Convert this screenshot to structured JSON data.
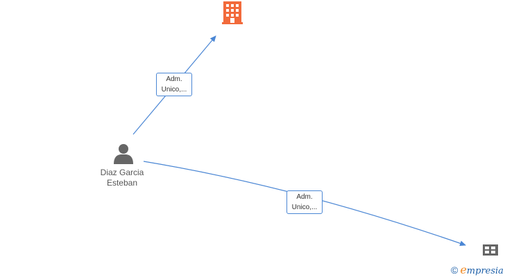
{
  "colors": {
    "edge": "#4a86d4",
    "company_active": "#f26a3b",
    "company_inactive": "#666666",
    "person": "#666666"
  },
  "nodes": {
    "person": {
      "name_line1": "Diaz Garcia",
      "name_line2": "Esteban",
      "icon": "person-icon"
    },
    "company_top": {
      "icon": "building-icon",
      "status": "active"
    },
    "company_bottom": {
      "icon": "building-icon",
      "status": "inactive"
    }
  },
  "edges": [
    {
      "from": "person",
      "to": "company_top",
      "label_line1": "Adm.",
      "label_line2": "Unico,..."
    },
    {
      "from": "person",
      "to": "company_bottom",
      "label_line1": "Adm.",
      "label_line2": "Unico,..."
    }
  ],
  "watermark": {
    "symbol": "©",
    "brand_first": "e",
    "brand_rest": "mpresia"
  }
}
